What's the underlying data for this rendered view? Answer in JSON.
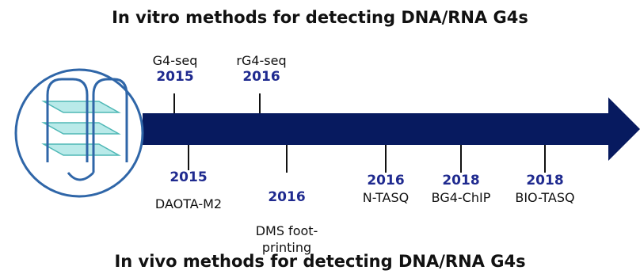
{
  "titles": {
    "top": "In vitro methods for detecting DNA/RNA G4s",
    "bottom": "In vivo methods for detecting DNA/RNA G4s"
  },
  "colors": {
    "arrow": "#071a5f",
    "year": "#1f2a8f",
    "circle": "#2f66a8",
    "stack": "#7fd9d7"
  },
  "icon": "g-quadruplex-icon",
  "in_vitro": [
    {
      "method": "G4-seq",
      "year": "2015"
    },
    {
      "method": "rG4-seq",
      "year": "2016"
    }
  ],
  "in_vivo": [
    {
      "year": "2015",
      "method": "DAOTA-M2"
    },
    {
      "year": "2016",
      "method": "DMS foot-\nprinting"
    },
    {
      "year": "2016",
      "method": "N-TASQ"
    },
    {
      "year": "2018",
      "method": "BG4-ChIP"
    },
    {
      "year": "2018",
      "method": "BIO-TASQ"
    }
  ]
}
